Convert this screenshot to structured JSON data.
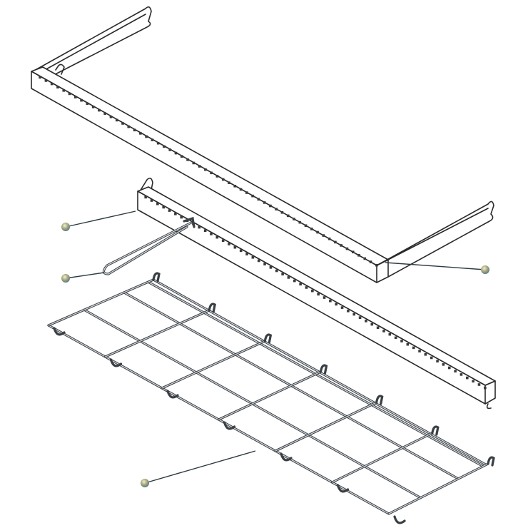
{
  "figure": {
    "colors": {
      "line": "#2a2a2a",
      "wire": "#3a3f44",
      "callout_dot": "#b9b27a",
      "callout_dot_highlight": "#9fc6e0",
      "background": "#ffffff"
    },
    "parts": [
      "top-shelf-bar-with-brackets",
      "middle-shelf-bar-with-bracket",
      "wire-basket"
    ],
    "callout_count": 4
  }
}
